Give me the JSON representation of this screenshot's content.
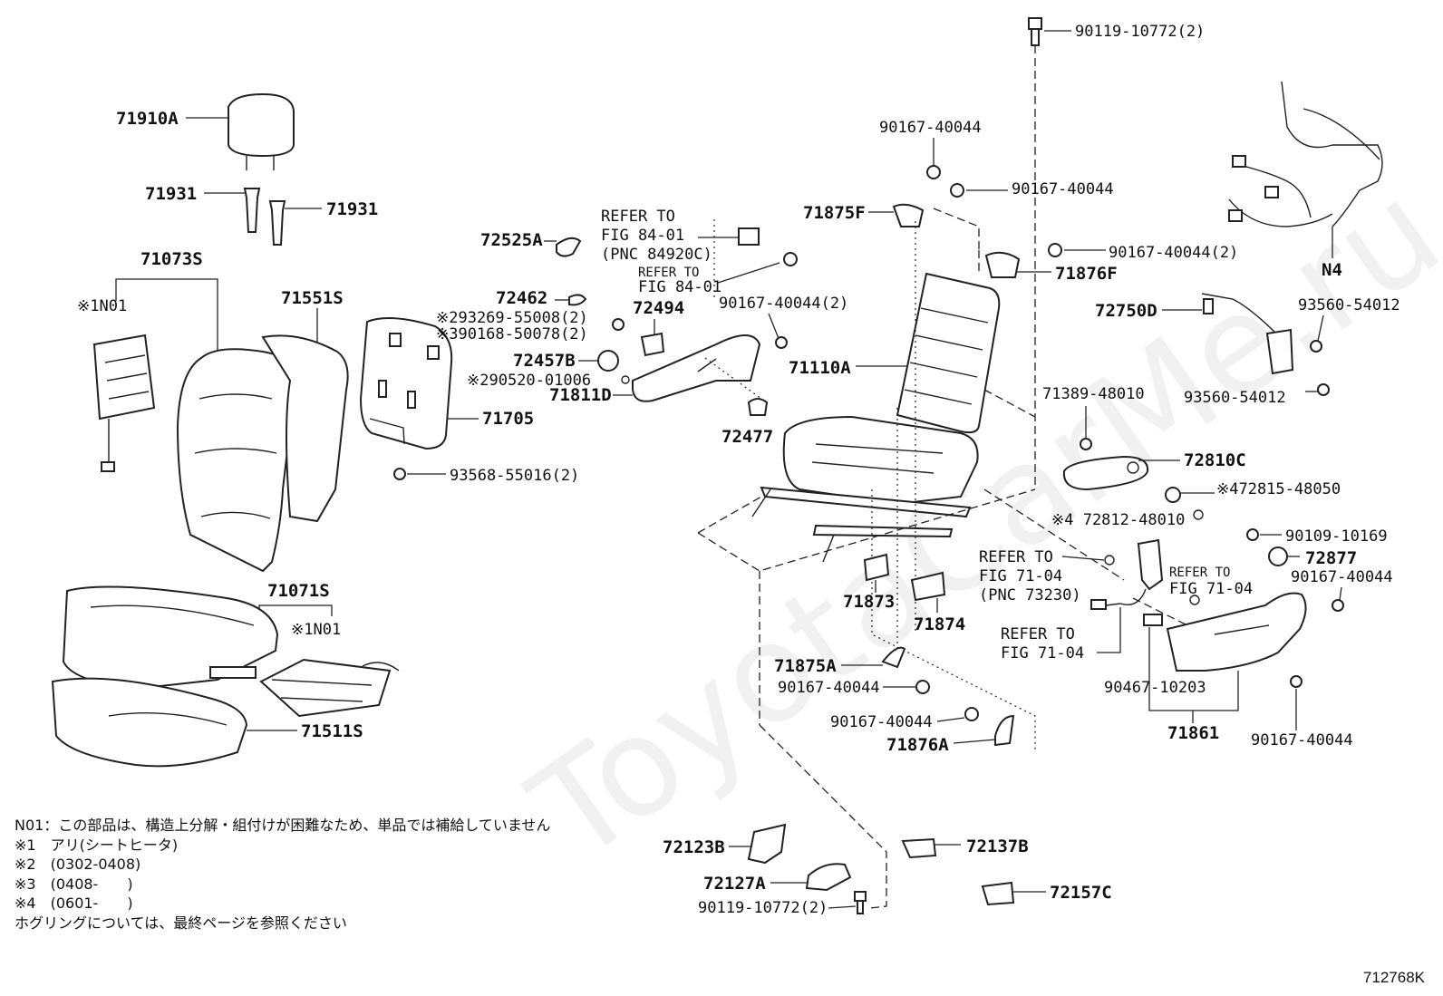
{
  "watermark": "ToyotaCarMe.ru",
  "labels": {
    "l71910A": "71910A",
    "l71931a": "71931",
    "l71931b": "71931",
    "l71073S": "71073S",
    "l1N01a": "※1N01",
    "l71551S": "71551S",
    "l71705": "71705",
    "l93568": "93568-55016(2)",
    "l71071S": "71071S",
    "l1N01b": "※1N01",
    "l71511S": "71511S",
    "l72525A": "72525A",
    "lRefer84a1": "REFER TO",
    "lRefer84a2": "FIG 84-01",
    "lRefer84a3": "(PNC 84920C)",
    "lRefer84b1": "REFER TO",
    "lRefer84b2": "FIG 84-01",
    "l72462": "72462",
    "l72494": "72494",
    "l93269": "※293269-55008(2)",
    "l90168": "※390168-50078(2)",
    "l72457B": "72457B",
    "l90520": "※290520-01006",
    "l71811D": "71811D",
    "l90167_2a": "90167-40044(2)",
    "l72477": "72477",
    "l90119top": "90119-10772(2)",
    "l90167top": "90167-40044",
    "l90167r": "90167-40044",
    "l71875F": "71875F",
    "l90167_2b": "90167-40044(2)",
    "l71876F": "71876F",
    "l71110A": "71110A",
    "lN4": "N4",
    "l72750D": "72750D",
    "l93560a": "93560-54012",
    "l93560b": "93560-54012",
    "l71389": "71389-48010",
    "l72810C": "72810C",
    "l72815": "※472815-48050",
    "l72812": "※4 72812-48010",
    "l90109": "90109-10169",
    "l72877": "72877",
    "l90167s1": "90167-40044",
    "lRefer71a1": "REFER TO",
    "lRefer71a2": "FIG 71-04",
    "lRefer71a3": "(PNC 73230)",
    "lRefer71b1": "REFER TO",
    "lRefer71b2": "FIG 71-04",
    "lRefer71c1": "REFER TO",
    "lRefer71c2": "FIG 71-04",
    "l71873": "71873",
    "l71874": "71874",
    "l71875A": "71875A",
    "l90167m1": "90167-40044",
    "l90167m2": "90167-40044",
    "l71876A": "71876A",
    "l90467": "90467-10203",
    "l71861": "71861",
    "l90167s2": "90167-40044",
    "l72123B": "72123B",
    "l72127A": "72127A",
    "l90119bot": "90119-10772(2)",
    "l72137B": "72137B",
    "l72157C": "72157C"
  },
  "notes": [
    "N01：この部品は、構造上分解・組付けが困難なため、単品では補給していません",
    "※1　アリ(シートヒータ)",
    "※2　(0302-0408)",
    "※3　(0408-　　)",
    "※4　(0601-　　)",
    "ホグリングについては、最終ページを参照ください"
  ],
  "figure_code": "712768K"
}
